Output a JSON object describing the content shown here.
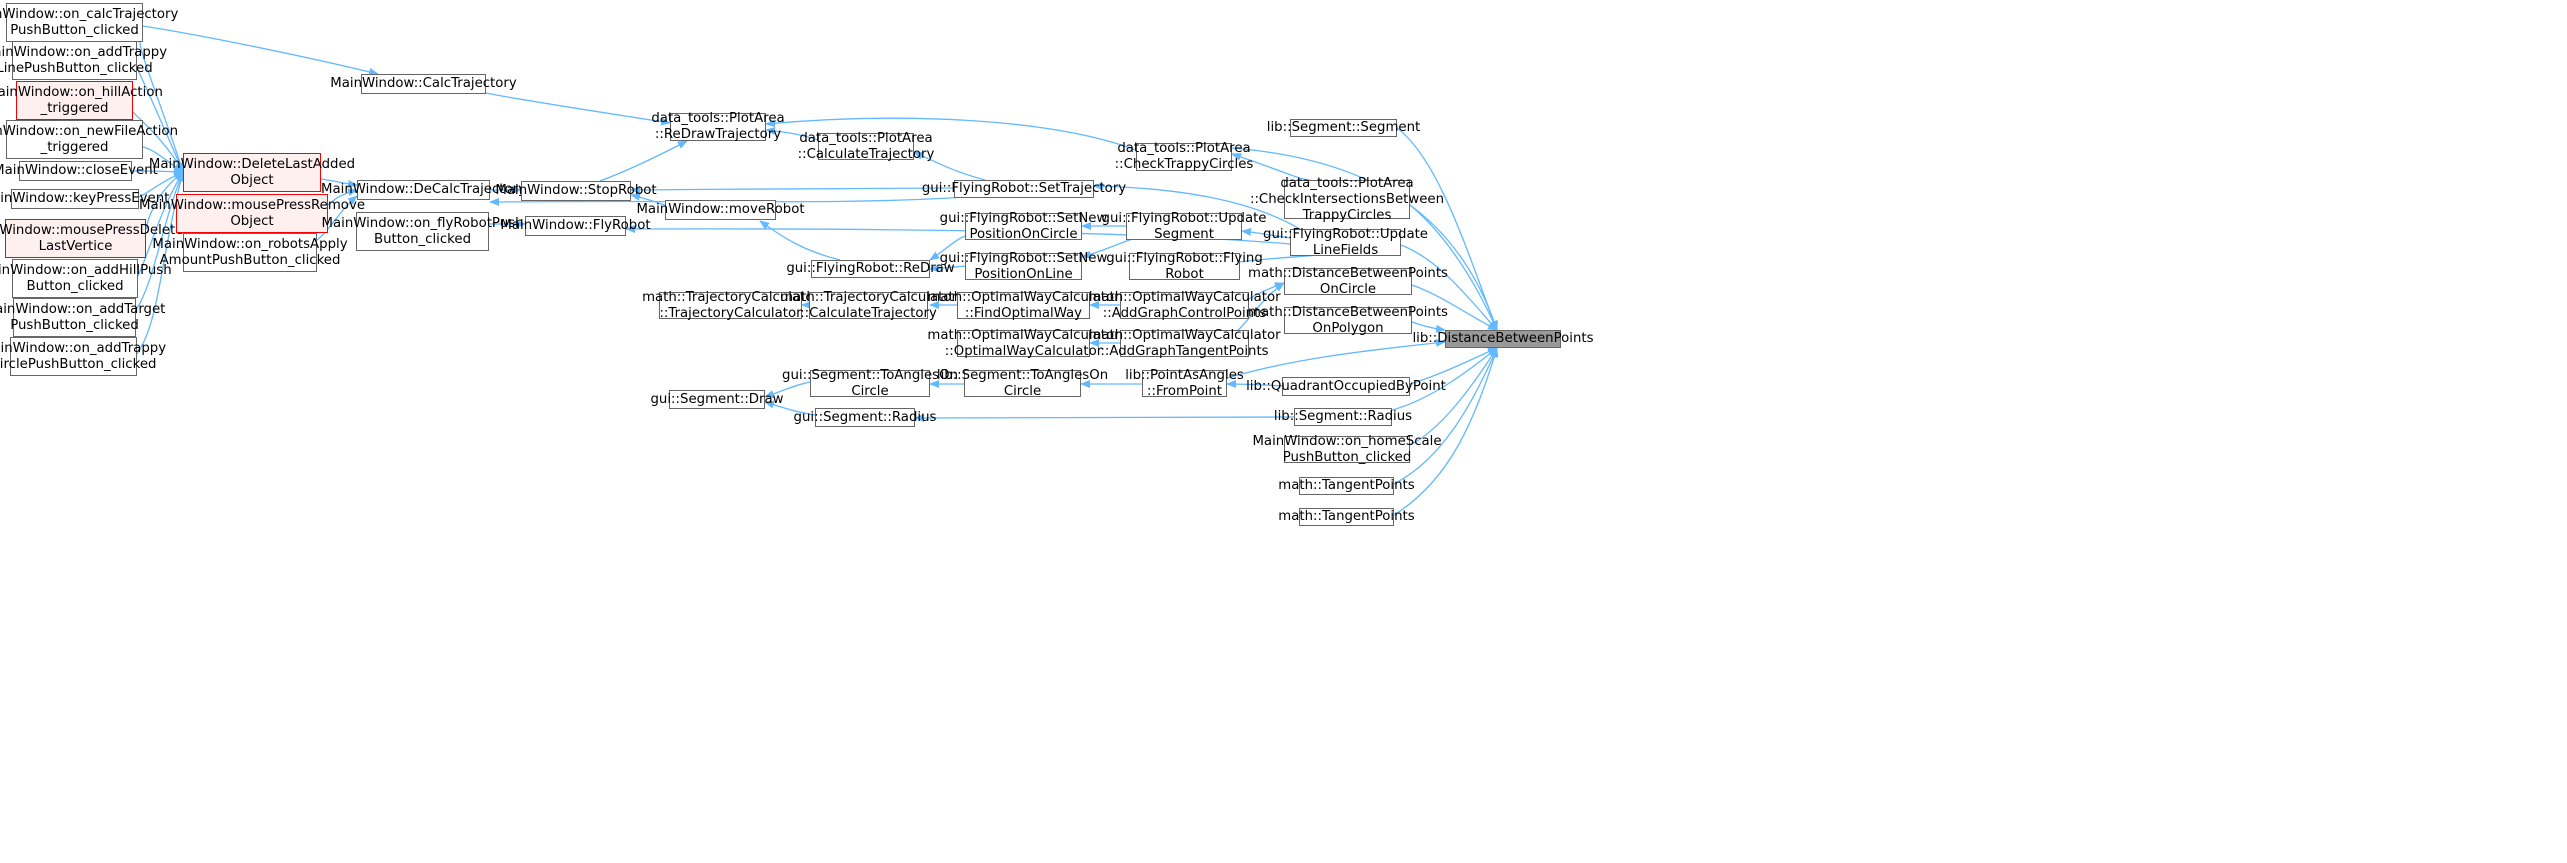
{
  "graph": {
    "root": "lib::DistanceBetweenPoints",
    "colors": {
      "edge": "#63b8ff",
      "node_border": "#666666",
      "node_fill": "#ffffff",
      "red_border": "#ff0000",
      "red_fill": "#fff0f0",
      "root_fill": "#999999"
    },
    "nodes": {
      "calcTrajBtn": "MainWindow::on_calcTrajectory\nPushButton_clicked",
      "addTrappyLine": "MainWindow::on_addTrappy\nLinePushButton_clicked",
      "hillAction": "MainWindow::on_hillAction\n_triggered",
      "newFileAction": "MainWindow::on_newFileAction\n_triggered",
      "closeEvent": "MainWindow::closeEvent",
      "keyPressEvent": "MainWindow::keyPressEvent",
      "mousePressDelete": "MainWindow::mousePressDelete\nLastVertice",
      "addHillPush": "MainWindow::on_addHillPush\nButton_clicked",
      "addTargetPush": "MainWindow::on_addTarget\nPushButton_clicked",
      "addTrappyCircle": "MainWindow::on_addTrappy\nCirclePushButton_clicked",
      "deleteLastAdded": "MainWindow::DeleteLastAdded\nObject",
      "mousePressRemove": "MainWindow::mousePressRemove\nObject",
      "robotsApply": "MainWindow::on_robotsApply\nAmountPushButton_clicked",
      "calcTrajectory": "MainWindow::CalcTrajectory",
      "deCalcTrajectory": "MainWindow::DeCalcTrajectory",
      "flyRobotPush": "MainWindow::on_flyRobotPush\nButton_clicked",
      "stopRobot": "MainWindow::StopRobot",
      "flyRobot": "MainWindow::FlyRobot",
      "reDrawTrajectory": "data_tools::PlotArea\n::ReDrawTrajectory",
      "moveRobot": "MainWindow::moveRobot",
      "calculateTrajectoryPA": "data_tools::PlotArea\n::CalculateTrajectory",
      "trajCalcCtor": "math::TrajectoryCalculator\n::TrajectoryCalculator",
      "trajCalcCalc": "math::TrajectoryCalculator\n::CalculateTrajectory",
      "reDraw": "gui::FlyingRobot::ReDraw",
      "setTrajectory": "gui::FlyingRobot::SetTrajectory",
      "setNewPosCircle": "gui::FlyingRobot::SetNew\nPositionOnCircle",
      "setNewPosLine": "gui::FlyingRobot::SetNew\nPositionOnLine",
      "findOptimalWay": "math::OptimalWayCalculator\n::FindOptimalWay",
      "owcCtor": "math::OptimalWayCalculator\n::OptimalWayCalculator",
      "segDraw": "gui::Segment::Draw",
      "segToAnglesGui": "gui::Segment::ToAnglesOn\nCircle",
      "segRadiusGui": "gui::Segment::Radius",
      "segToAnglesLib": "lib::Segment::ToAnglesOn\nCircle",
      "checkTrappy": "data_tools::PlotArea\n::CheckTrappyCircles",
      "updateSegment": "gui::FlyingRobot::Update\nSegment",
      "flyingRobotCtor": "gui::FlyingRobot::Flying\nRobot",
      "addGraphControl": "math::OptimalWayCalculator\n::AddGraphControlPoints",
      "addGraphTangent": "math::OptimalWayCalculator\n::AddGraphTangentPoints",
      "pointAsAngles": "lib::PointAsAngles\n::FromPoint",
      "segmentCtor": "lib::Segment::Segment",
      "checkIntersections": "data_tools::PlotArea\n::CheckIntersectionsBetween\nTrappyCircles",
      "updateLineFields": "gui::FlyingRobot::Update\nLineFields",
      "distOnCircle": "math::DistanceBetweenPoints\nOnCircle",
      "distOnPolygon": "math::DistanceBetweenPoints\nOnPolygon",
      "quadrant": "lib::QuadrantOccupiedByPoint",
      "segRadiusLib": "lib::Segment::Radius",
      "homeScale": "MainWindow::on_homeScale\nPushButton_clicked",
      "tangentPoints1": "math::TangentPoints",
      "tangentPoints2": "math::TangentPoints",
      "root": "lib::DistanceBetweenPoints"
    }
  }
}
